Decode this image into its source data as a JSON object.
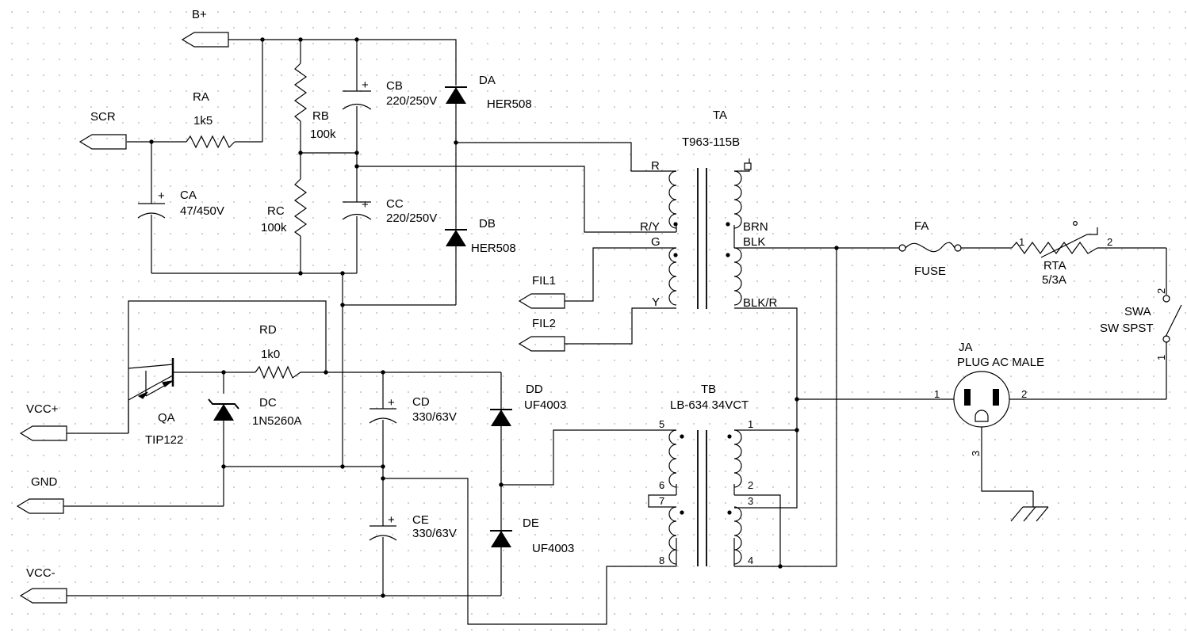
{
  "ports": {
    "bplus": "B+",
    "scr": "SCR",
    "vcc_plus": "VCC+",
    "gnd": "GND",
    "vcc_minus": "VCC-",
    "fil1": "FIL1",
    "fil2": "FIL2"
  },
  "components": {
    "ra": {
      "ref": "RA",
      "value": "1k5"
    },
    "rb": {
      "ref": "RB",
      "value": "100k"
    },
    "rc": {
      "ref": "RC",
      "value": "100k"
    },
    "rd": {
      "ref": "RD",
      "value": "1k0"
    },
    "ca": {
      "ref": "CA",
      "value": "47/450V"
    },
    "cb": {
      "ref": "CB",
      "value": "220/250V"
    },
    "cc": {
      "ref": "CC",
      "value": "220/250V"
    },
    "cd": {
      "ref": "CD",
      "value": "330/63V"
    },
    "ce": {
      "ref": "CE",
      "value": "330/63V"
    },
    "da": {
      "ref": "DA",
      "value": "HER508"
    },
    "db": {
      "ref": "DB",
      "value": "HER508"
    },
    "dc": {
      "ref": "DC",
      "value": "1N5260A"
    },
    "dd": {
      "ref": "DD",
      "value": "UF4003"
    },
    "de": {
      "ref": "DE",
      "value": "UF4003"
    },
    "qa": {
      "ref": "QA",
      "value": "TIP122"
    },
    "ta": {
      "ref": "TA",
      "value": "T963-115B",
      "pins": [
        "R",
        "R/Y",
        "G",
        "Y",
        "BRN",
        "BLK",
        "BLK/R"
      ]
    },
    "tb": {
      "ref": "TB",
      "value": "LB-634 34VCT",
      "pins": [
        "5",
        "6",
        "7",
        "8",
        "1",
        "2",
        "3",
        "4"
      ]
    },
    "fa": {
      "ref": "FA",
      "value": "FUSE"
    },
    "rta": {
      "ref": "RTA",
      "value": "5/3A",
      "pin1": "1",
      "pin2": "2"
    },
    "swa": {
      "ref": "SWA",
      "value": "SW SPST",
      "pin1": "1",
      "pin2": "2"
    },
    "ja": {
      "ref": "JA",
      "value": "PLUG AC MALE",
      "pin1": "1",
      "pin2": "2",
      "pin3": "3"
    }
  },
  "colors": {
    "wire": "#000000",
    "grid_dot": "#c4c4c4",
    "background": "#ffffff"
  }
}
